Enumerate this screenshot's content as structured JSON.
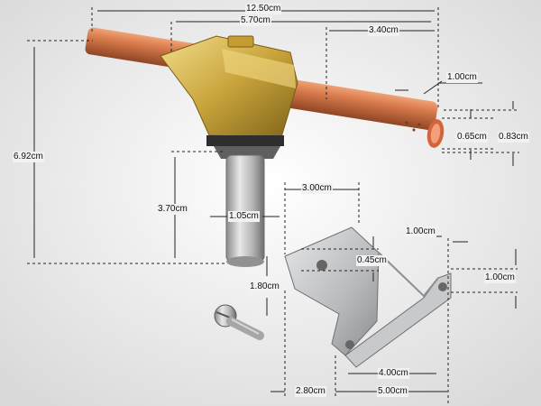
{
  "dimensions": {
    "overall_length": "12.50cm",
    "body_to_right_end": "5.70cm",
    "right_pipe_length": "3.40cm",
    "pipe_tip_length": "1.00cm",
    "pipe_inner_diameter": "0.65cm",
    "pipe_outer_diameter": "0.83cm",
    "total_height": "6.92cm",
    "stem_length": "3.70cm",
    "stem_diameter": "1.05cm",
    "bracket_width": "3.00cm",
    "hole_diameter": "0.45cm",
    "tab_width": "1.00cm",
    "tab_height": "1.00cm",
    "bracket_height": "1.80cm",
    "slot_spacing": "4.00cm",
    "bracket_depth": "2.80cm",
    "base_length": "5.00cm"
  }
}
